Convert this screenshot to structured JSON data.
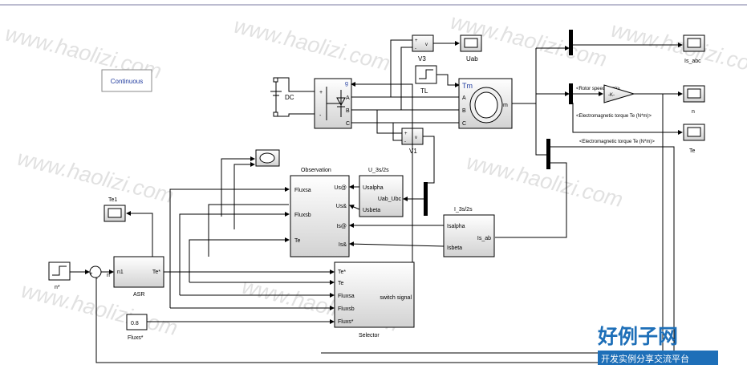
{
  "solver": {
    "label": "Continuous"
  },
  "sources": {
    "dc": "DC",
    "tl": "TL",
    "step_n": "n*",
    "const_value": "0.8",
    "const_label": "Fluxs*",
    "step_tl_label": "TL"
  },
  "inverter": {
    "top_port": "g",
    "out_a": "A",
    "out_b": "B",
    "out_c": "C",
    "in_plus": "+",
    "in_minus": "-"
  },
  "machine": {
    "tm": "Tm",
    "a": "A",
    "b": "B",
    "c": "C",
    "m": "m"
  },
  "meters": {
    "v3": "V3",
    "v1": "V1",
    "plus": "+",
    "minus": "-",
    "v": "v"
  },
  "scopes": {
    "uab": "Uab",
    "is_abc": "Is_abc",
    "n": "n",
    "te": "Te",
    "te1": "Te1"
  },
  "gain": {
    "value": "-K-"
  },
  "signals": {
    "rotor_speed": "<Rotor speed (wm)>",
    "torque_1": "<Electromagnetic torque Te (N*m)>",
    "torque_2": "<Electromagnetic torque Te (N*m)>"
  },
  "observation": {
    "title": "Observation",
    "inputs": [
      "Fluxsa",
      "Fluxsb",
      "Te"
    ],
    "outputs": [
      "Us@",
      "Us&",
      "Is@",
      "Is&"
    ]
  },
  "u_transform": {
    "title": "U_3s/2s",
    "inputs": [
      "Usalpha",
      "Usbeta"
    ],
    "output": "Uab_Ubc"
  },
  "i_transform": {
    "title": "I_3s/2s",
    "inputs": [
      "Isalpha",
      "Isbeta"
    ],
    "output": "Is_ab"
  },
  "asr": {
    "title": "ASR",
    "input": "n1",
    "output": "Te*"
  },
  "sum": {
    "n_label": "n",
    "plus": "+",
    "minus": "-"
  },
  "selector": {
    "title": "Selector",
    "inputs": [
      "Te*",
      "Te",
      "Fluxsa",
      "Fluxsb",
      "Fluxs*"
    ],
    "output": "switch signal"
  },
  "watermark": {
    "text": "www.haolizi.com",
    "brand": "好例子网",
    "slogan": "开发实例分享交流平台"
  },
  "colors": {
    "accent": "#1f3a9e",
    "block_top": "#ffffff",
    "block_bottom": "#d2d2d2",
    "brand": "#1e6fb8"
  }
}
